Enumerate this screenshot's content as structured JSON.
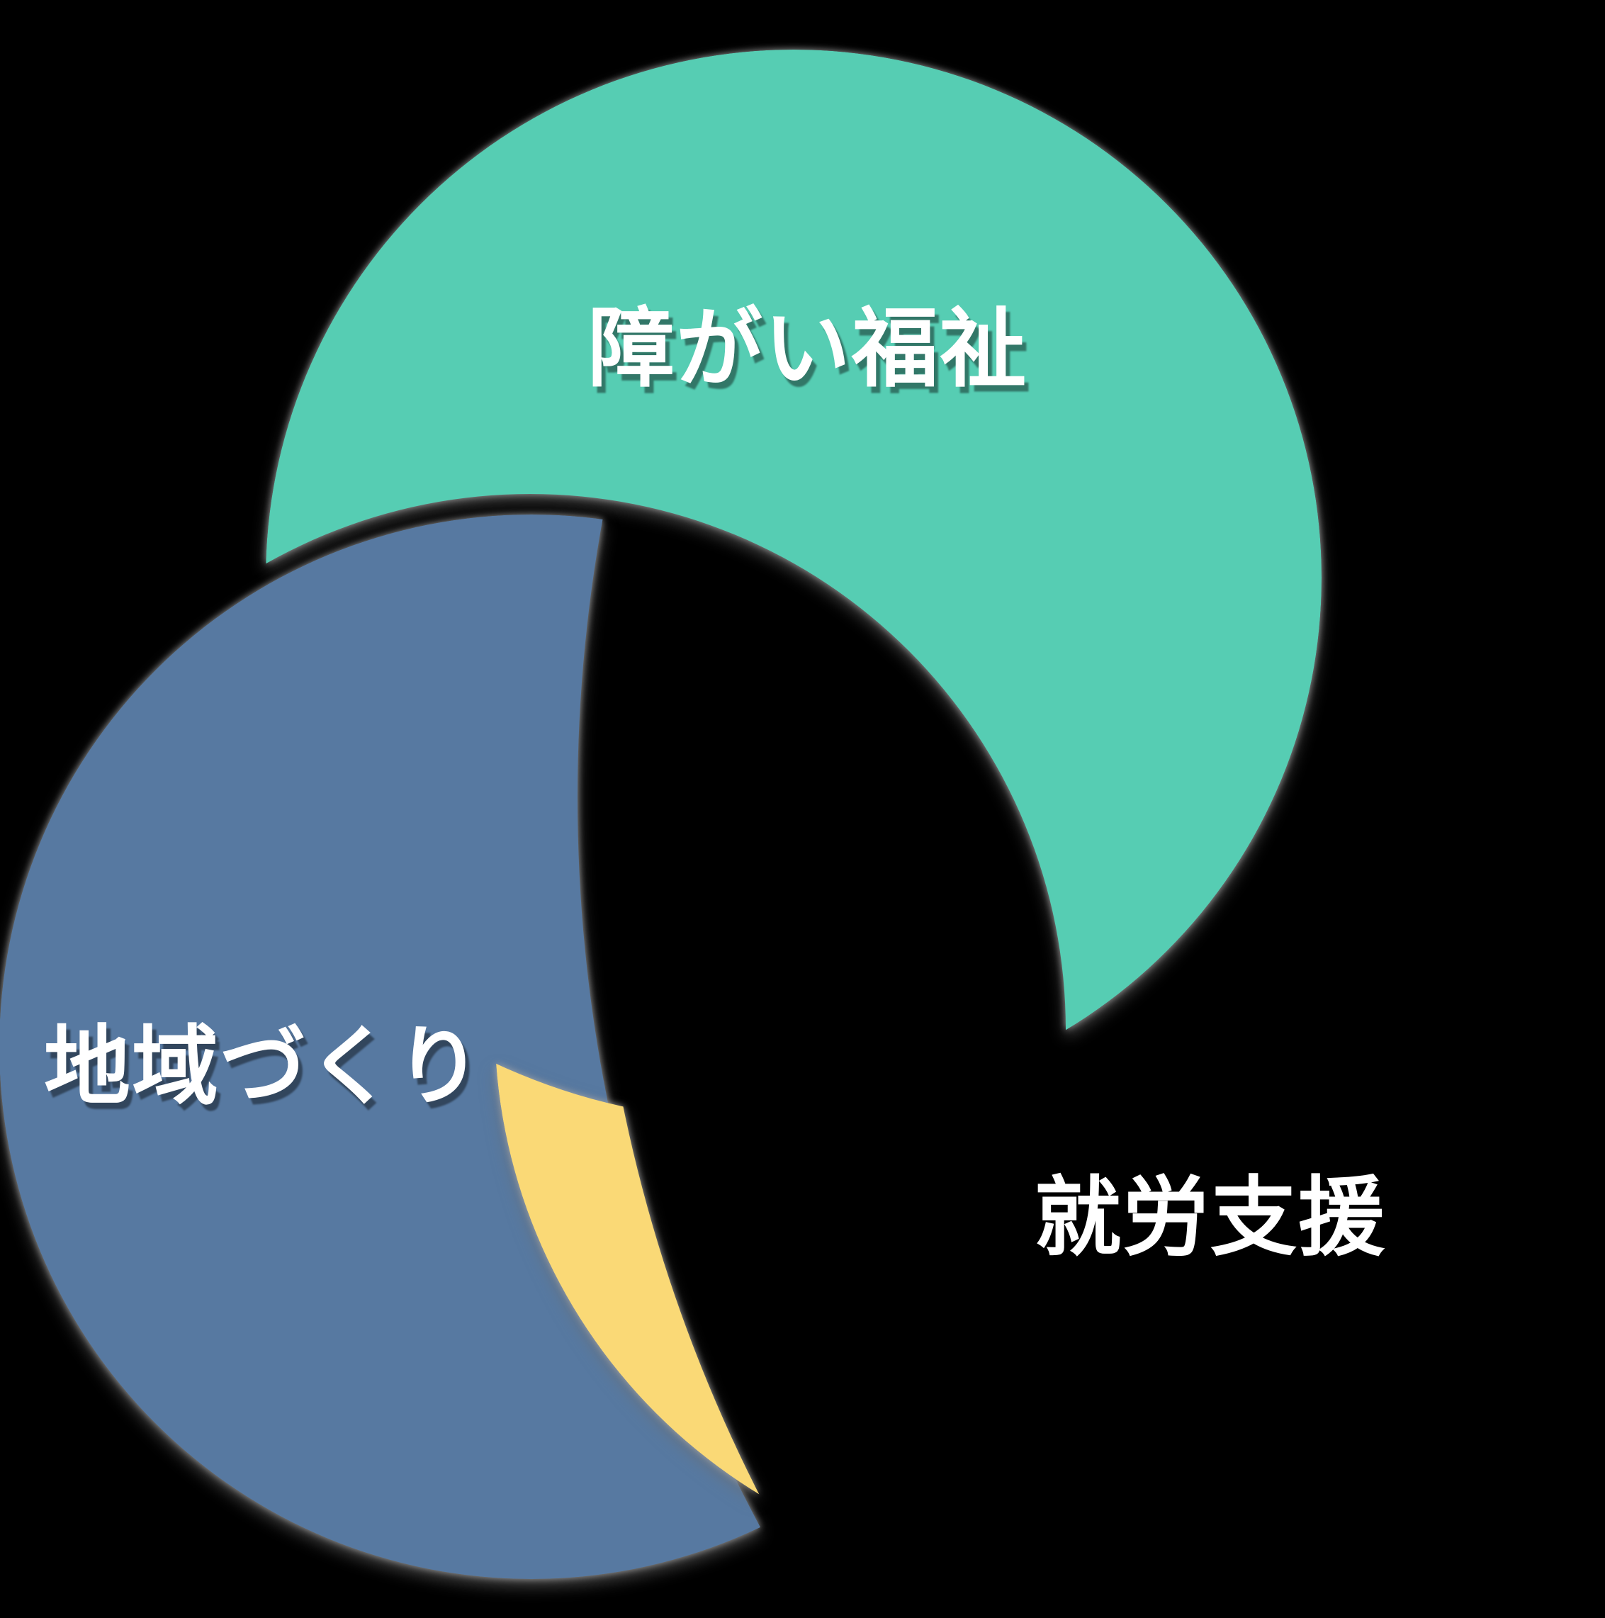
{
  "diagram": {
    "title": "three-crescent interlocking venn diagram",
    "background_color": "#000000",
    "label_text_color": "#ffffff",
    "segments": [
      {
        "id": "disability-welfare",
        "label": "障がい福祉",
        "color": "#56CDB3",
        "position": "top"
      },
      {
        "id": "community-building",
        "label": "地域づくり",
        "color": "#5779A1",
        "position": "bottom-left"
      },
      {
        "id": "employment-support",
        "label": "就労支援",
        "color": "#FAD976",
        "position": "bottom-right"
      }
    ]
  }
}
